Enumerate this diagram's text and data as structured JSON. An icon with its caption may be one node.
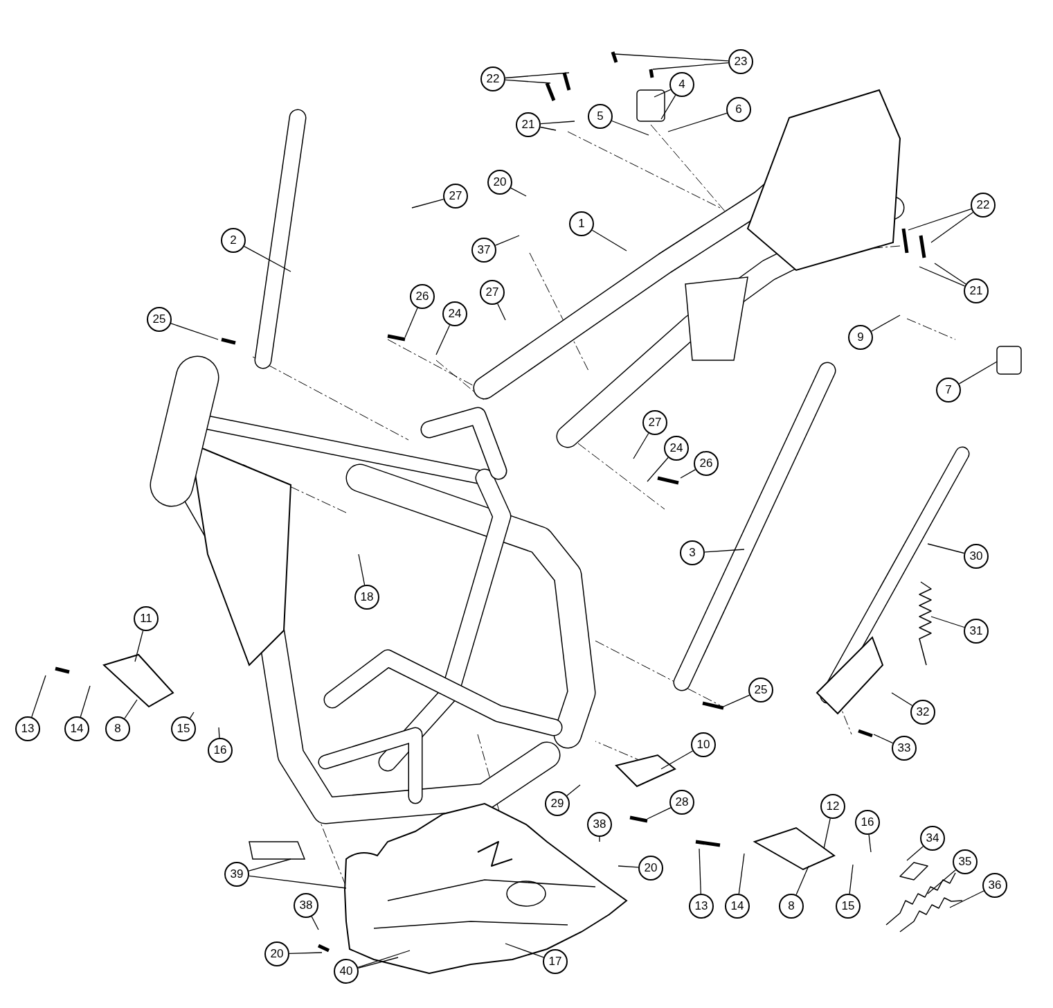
{
  "diagram": {
    "nodes": [
      {
        "text": [
          "1"
        ]
      },
      {
        "text": [
          "2"
        ]
      },
      {
        "text": [
          "3"
        ]
      },
      {
        "text": [
          "4"
        ]
      },
      {
        "text": [
          "5"
        ]
      },
      {
        "text": [
          "6"
        ]
      },
      {
        "text": [
          "7"
        ]
      },
      {
        "text": [
          "8"
        ]
      },
      {
        "text": [
          "8"
        ]
      },
      {
        "text": [
          "9"
        ]
      },
      {
        "text": [
          "10"
        ]
      },
      {
        "text": [
          "11"
        ]
      },
      {
        "text": [
          "12"
        ]
      },
      {
        "text": [
          "13"
        ]
      },
      {
        "text": [
          "13"
        ]
      },
      {
        "text": [
          "14"
        ]
      },
      {
        "text": [
          "14"
        ]
      },
      {
        "text": [
          "15"
        ]
      },
      {
        "text": [
          "15"
        ]
      },
      {
        "text": [
          "16"
        ]
      },
      {
        "text": [
          "16"
        ]
      },
      {
        "text": [
          "17"
        ]
      },
      {
        "text": [
          "18"
        ]
      },
      {
        "text": [
          "20"
        ]
      },
      {
        "text": [
          "20"
        ]
      },
      {
        "text": [
          "20"
        ]
      },
      {
        "text": [
          "21"
        ]
      },
      {
        "text": [
          "21"
        ]
      },
      {
        "text": [
          "22"
        ]
      },
      {
        "text": [
          "22"
        ]
      },
      {
        "text": [
          "23"
        ]
      },
      {
        "text": [
          "24"
        ]
      },
      {
        "text": [
          "24"
        ]
      },
      {
        "text": [
          "25"
        ]
      },
      {
        "text": [
          "25"
        ]
      },
      {
        "text": [
          "26"
        ]
      },
      {
        "text": [
          "26"
        ]
      },
      {
        "text": [
          "27"
        ]
      },
      {
        "text": [
          "27"
        ]
      },
      {
        "text": [
          "27"
        ]
      },
      {
        "text": [
          "28"
        ]
      },
      {
        "text": [
          "29"
        ]
      },
      {
        "text": [
          "30"
        ]
      },
      {
        "text": [
          "31"
        ]
      },
      {
        "text": [
          "32"
        ]
      },
      {
        "text": [
          "33"
        ]
      },
      {
        "text": [
          "34"
        ]
      },
      {
        "text": [
          "35"
        ]
      },
      {
        "text": [
          "36"
        ]
      },
      {
        "text": [
          "37"
        ]
      },
      {
        "text": [
          "38"
        ]
      },
      {
        "text": [
          "38"
        ]
      },
      {
        "text": [
          "39"
        ]
      },
      {
        "text": [
          "40"
        ]
      }
    ],
    "edges": [
      {
        "from": 0,
        "to": null,
        "arrow": "none"
      },
      {
        "from": 1,
        "to": null,
        "arrow": "none"
      },
      {
        "from": 2,
        "to": null,
        "arrow": "none"
      },
      {
        "from": 3,
        "to": null,
        "arrow": "none"
      },
      {
        "from": 3,
        "to": null,
        "arrow": "none"
      },
      {
        "from": 4,
        "to": null,
        "arrow": "none"
      },
      {
        "from": 5,
        "to": null,
        "arrow": "none"
      },
      {
        "from": 6,
        "to": null,
        "arrow": "none"
      },
      {
        "from": 7,
        "to": null,
        "arrow": "none"
      },
      {
        "from": 8,
        "to": null,
        "arrow": "none"
      },
      {
        "from": 9,
        "to": null,
        "arrow": "none"
      },
      {
        "from": 10,
        "to": null,
        "arrow": "none"
      },
      {
        "from": 11,
        "to": null,
        "arrow": "none"
      },
      {
        "from": 12,
        "to": null,
        "arrow": "none"
      },
      {
        "from": 13,
        "to": null,
        "arrow": "none"
      },
      {
        "from": 14,
        "to": null,
        "arrow": "none"
      },
      {
        "from": 15,
        "to": null,
        "arrow": "none"
      },
      {
        "from": 16,
        "to": null,
        "arrow": "none"
      },
      {
        "from": 17,
        "to": null,
        "arrow": "none"
      },
      {
        "from": 18,
        "to": null,
        "arrow": "none"
      },
      {
        "from": 19,
        "to": null,
        "arrow": "none"
      },
      {
        "from": 20,
        "to": null,
        "arrow": "none"
      },
      {
        "from": 21,
        "to": null,
        "arrow": "none"
      },
      {
        "from": 22,
        "to": null,
        "arrow": "none"
      },
      {
        "from": 23,
        "to": null,
        "arrow": "none"
      },
      {
        "from": 24,
        "to": null,
        "arrow": "none"
      },
      {
        "from": 25,
        "to": null,
        "arrow": "none"
      },
      {
        "from": 26,
        "to": null,
        "arrow": "none"
      },
      {
        "from": 26,
        "to": null,
        "arrow": "none"
      },
      {
        "from": 27,
        "to": null,
        "arrow": "none"
      },
      {
        "from": 27,
        "to": null,
        "arrow": "none"
      },
      {
        "from": 28,
        "to": null,
        "arrow": "none"
      },
      {
        "from": 28,
        "to": null,
        "arrow": "none"
      },
      {
        "from": 29,
        "to": null,
        "arrow": "none"
      },
      {
        "from": 29,
        "to": null,
        "arrow": "none"
      },
      {
        "from": 30,
        "to": null,
        "arrow": "none"
      },
      {
        "from": 30,
        "to": null,
        "arrow": "none"
      },
      {
        "from": 31,
        "to": null,
        "arrow": "none"
      },
      {
        "from": 32,
        "to": null,
        "arrow": "none"
      },
      {
        "from": 33,
        "to": null,
        "arrow": "none"
      },
      {
        "from": 34,
        "to": null,
        "arrow": "none"
      },
      {
        "from": 35,
        "to": null,
        "arrow": "none"
      },
      {
        "from": 36,
        "to": null,
        "arrow": "none"
      },
      {
        "from": 37,
        "to": null,
        "arrow": "none"
      },
      {
        "from": 38,
        "to": null,
        "arrow": "none"
      },
      {
        "from": 39,
        "to": null,
        "arrow": "none"
      },
      {
        "from": 40,
        "to": null,
        "arrow": "none"
      },
      {
        "from": 41,
        "to": null,
        "arrow": "none"
      },
      {
        "from": 42,
        "to": null,
        "arrow": "none"
      },
      {
        "from": 43,
        "to": null,
        "arrow": "none"
      },
      {
        "from": 44,
        "to": null,
        "arrow": "none"
      },
      {
        "from": 45,
        "to": null,
        "arrow": "none"
      },
      {
        "from": 46,
        "to": null,
        "arrow": "none"
      },
      {
        "from": 47,
        "to": null,
        "arrow": "none"
      },
      {
        "from": 48,
        "to": null,
        "arrow": "none"
      },
      {
        "from": 49,
        "to": null,
        "arrow": "none"
      },
      {
        "from": 50,
        "to": null,
        "arrow": "none"
      },
      {
        "from": 51,
        "to": null,
        "arrow": "none"
      },
      {
        "from": 52,
        "to": null,
        "arrow": "none"
      },
      {
        "from": 52,
        "to": null,
        "arrow": "none"
      },
      {
        "from": 53,
        "to": null,
        "arrow": "none"
      },
      {
        "from": 53,
        "to": null,
        "arrow": "none"
      }
    ]
  }
}
